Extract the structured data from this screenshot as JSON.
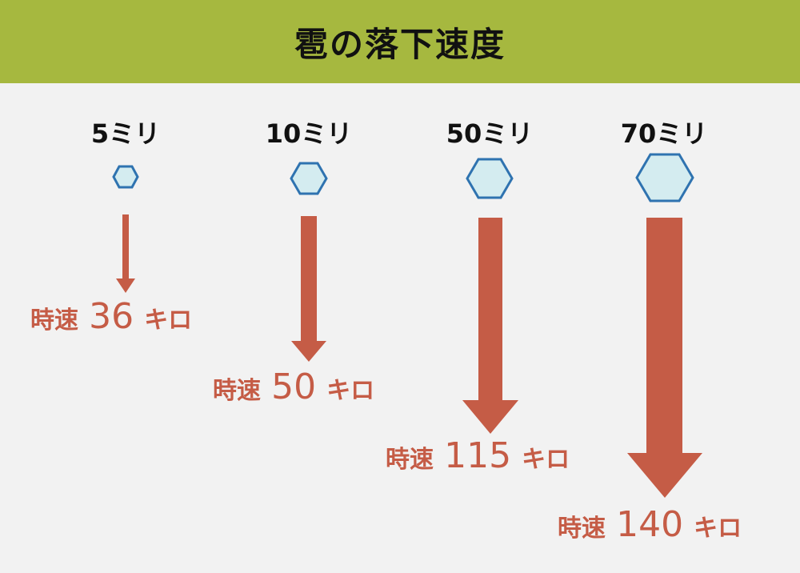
{
  "title": "雹の落下速度",
  "colors": {
    "header_bg": "#a6b83f",
    "background": "#f2f2f2",
    "arrow": "#c55c46",
    "hex_fill": "#d4ecf0",
    "hex_stroke": "#2f73b0"
  },
  "items": [
    {
      "size_label": "5ミリ",
      "speed_prefix": "時速",
      "speed_value": "36",
      "speed_unit": "キロ"
    },
    {
      "size_label": "10ミリ",
      "speed_prefix": "時速",
      "speed_value": "50",
      "speed_unit": "キロ"
    },
    {
      "size_label": "50ミリ",
      "speed_prefix": "時速",
      "speed_value": "115",
      "speed_unit": "キロ"
    },
    {
      "size_label": "70ミリ",
      "speed_prefix": "時速",
      "speed_value": "140",
      "speed_unit": "キロ"
    }
  ]
}
